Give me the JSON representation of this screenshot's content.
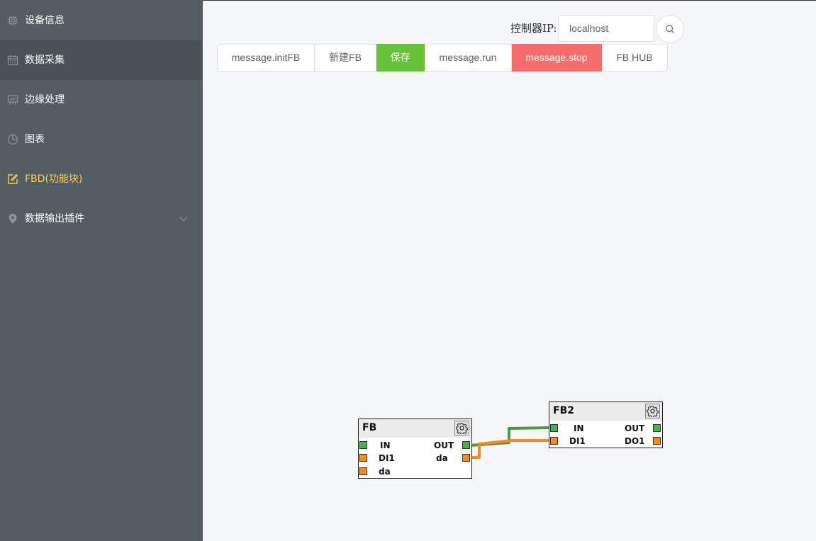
{
  "sidebar": {
    "items": [
      {
        "label": "设备信息",
        "icon": "cpu-icon"
      },
      {
        "label": "数据采集",
        "icon": "calendar-icon"
      },
      {
        "label": "边缘处理",
        "icon": "presentation-board-icon"
      },
      {
        "label": "图表",
        "icon": "pie-chart-icon"
      },
      {
        "label": "FBD(功能块)",
        "icon": "edit-icon"
      },
      {
        "label": "数据输出插件",
        "icon": "location-pin-icon"
      }
    ],
    "active_color": "#ffd04b",
    "background": "#545c64"
  },
  "controller": {
    "label": "控制器IP:",
    "value": "localhost",
    "placeholder": ""
  },
  "toolbar": {
    "init_label": "message.initFB",
    "new_label": "新建FB",
    "save_label": "保存",
    "run_label": "message.run",
    "stop_label": "message.stop",
    "hub_label": "FB HUB"
  },
  "colors": {
    "success": "#67c23a",
    "danger": "#f56c6c",
    "wire_green": "#4a9a3f",
    "wire_orange": "#f5892a"
  },
  "blocks": [
    {
      "title": "FB",
      "inputs": [
        "IN",
        "DI1",
        "da"
      ],
      "outputs": [
        "OUT",
        "da"
      ]
    },
    {
      "title": "FB2",
      "inputs": [
        "IN",
        "DI1"
      ],
      "outputs": [
        "OUT",
        "DO1"
      ]
    }
  ]
}
